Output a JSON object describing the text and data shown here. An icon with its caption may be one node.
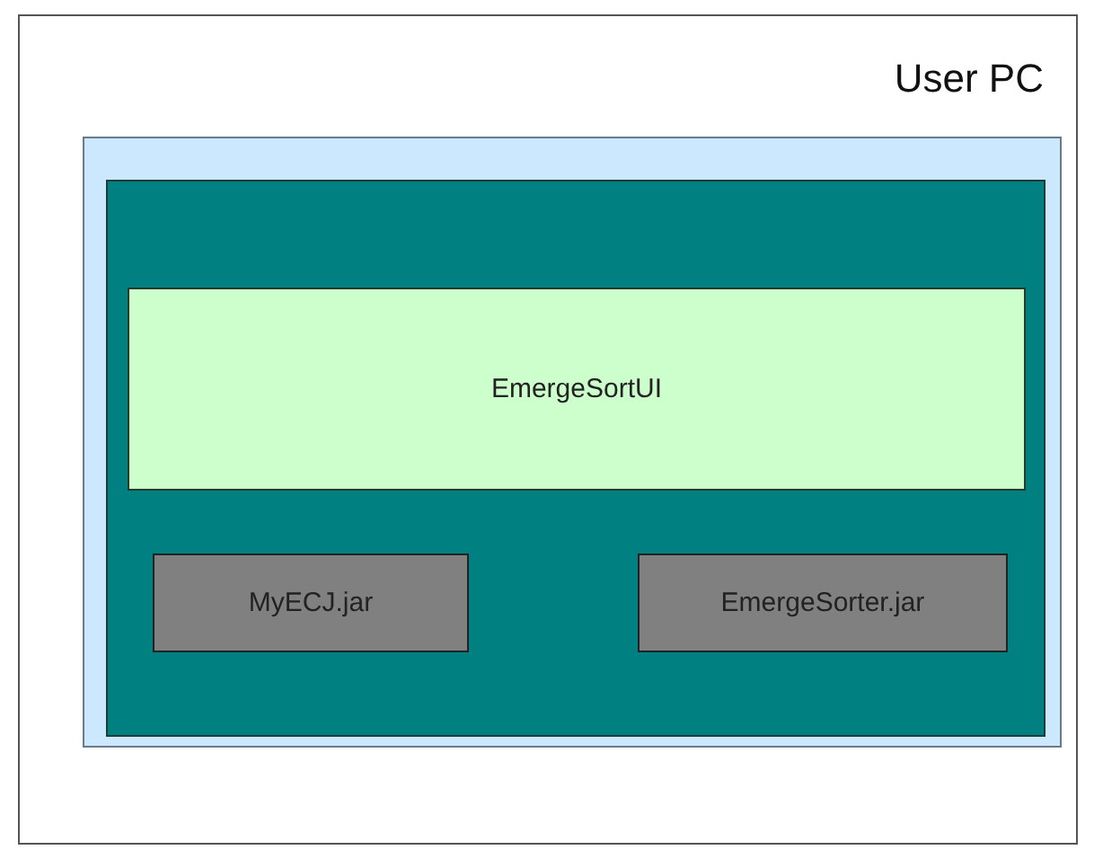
{
  "diagram": {
    "nodes": [
      {
        "text": [
          "User PC"
        ]
      },
      {
        "text": [],
        "shape": "box",
        "in": 0
      },
      {
        "text": [],
        "shape": "box",
        "in": 1
      },
      {
        "text": [
          "EmergeSortUI"
        ],
        "in": 2
      },
      {
        "text": [
          "MyECJ.jar"
        ],
        "in": 2
      },
      {
        "text": [
          "EmergeSorter.jar"
        ],
        "in": 2
      }
    ]
  }
}
